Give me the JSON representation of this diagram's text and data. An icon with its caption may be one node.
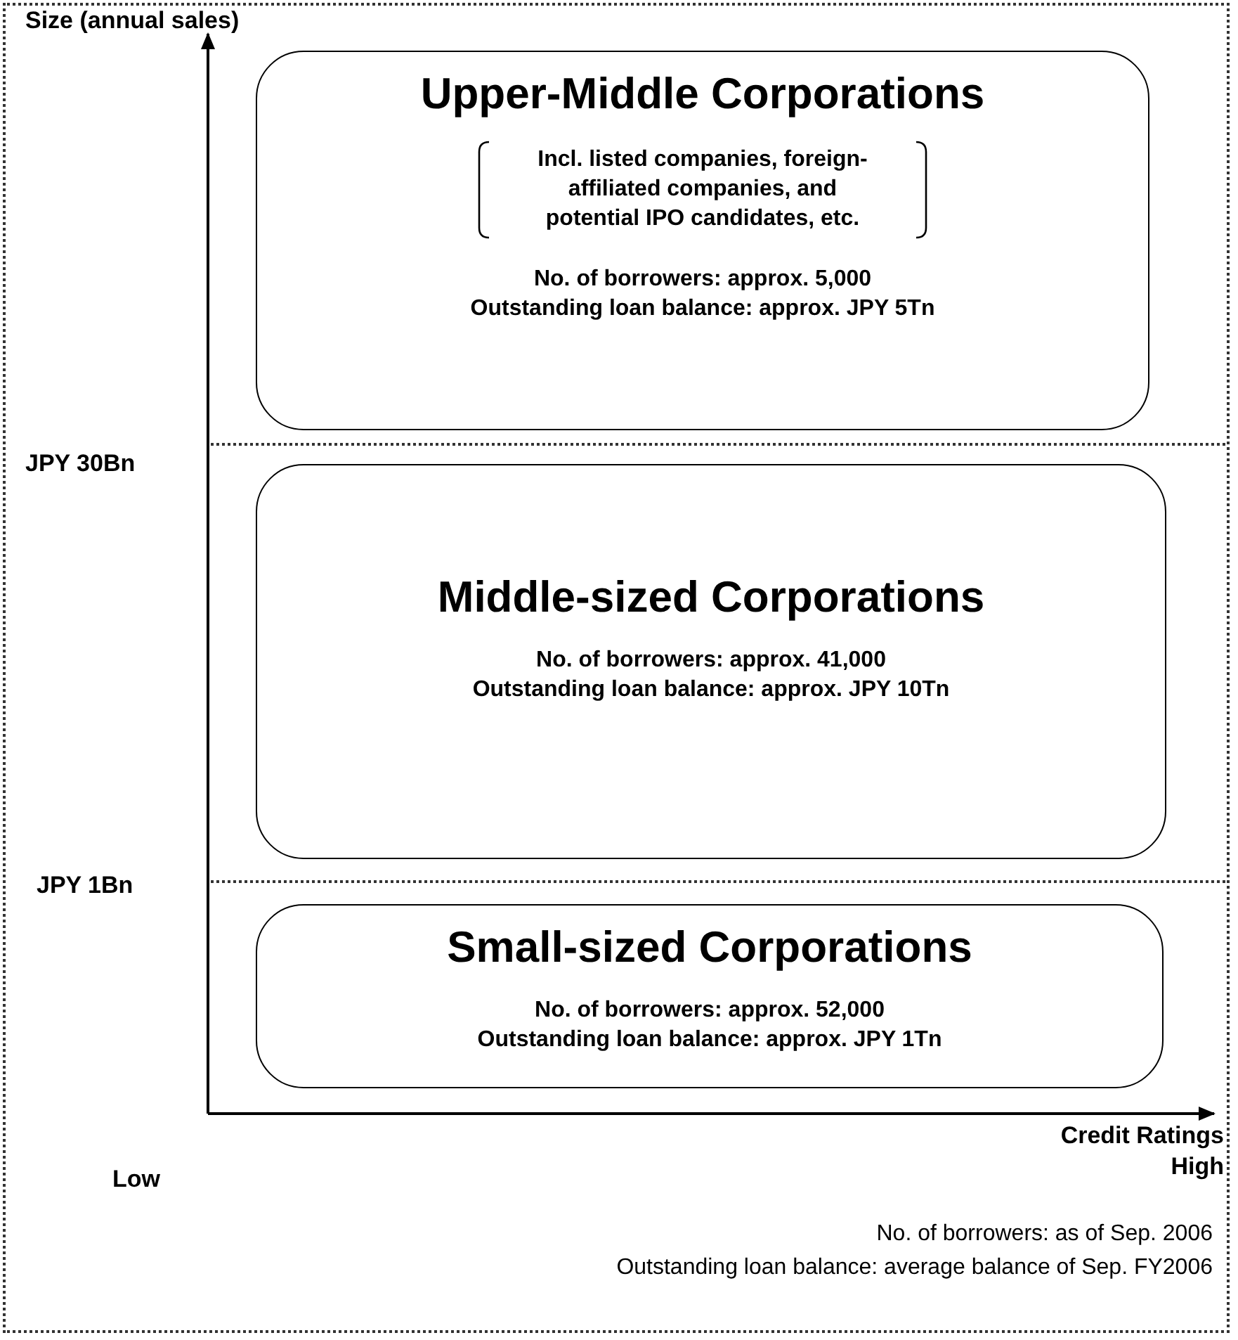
{
  "diagram": {
    "nodes": [
      {
        "text": [
          "Upper-Middle Corporations",
          "Incl. listed companies, foreign-affiliated companies, and potential IPO candidates, etc.",
          "No. of borrowers: approx. 5,000",
          "Outstanding loan balance: approx. JPY 5Tn"
        ]
      },
      {
        "text": [
          "Middle-sized Corporations",
          "No. of borrowers: approx. 41,000",
          "Outstanding loan balance: approx. JPY 10Tn"
        ]
      },
      {
        "text": [
          "Small-sized Corporations",
          "No. of borrowers: approx. 52,000",
          "Outstanding loan balance: approx. JPY 1Tn"
        ]
      }
    ],
    "labels": [
      "Size (annual sales)",
      "JPY 30Bn",
      "JPY 1Bn",
      "Credit Ratings",
      "High",
      "Low",
      "No. of borrowers: as of Sep. 2006",
      "Outstanding loan balance: average balance of Sep. FY2006"
    ]
  }
}
